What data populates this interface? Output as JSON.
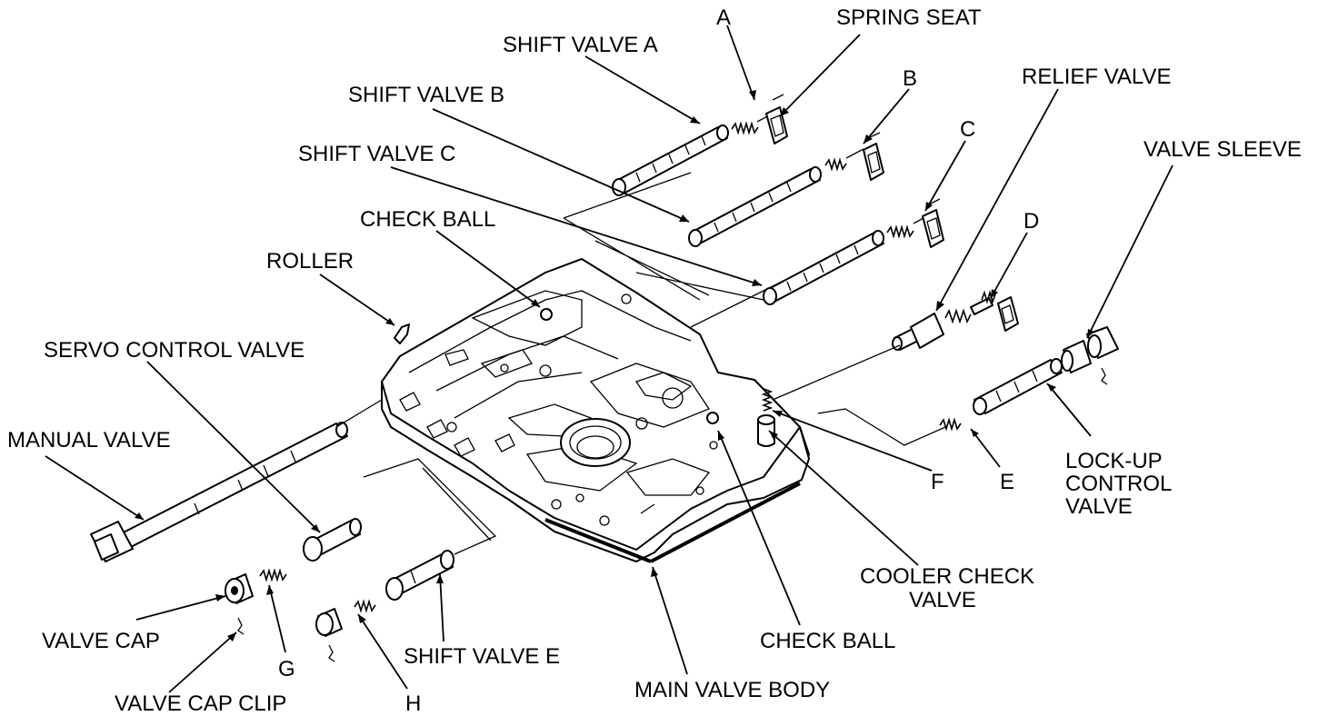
{
  "labels": {
    "spring_seat": "SPRING SEAT",
    "a": "A",
    "shift_valve_a": "SHIFT VALVE A",
    "b": "B",
    "relief_valve": "RELIEF VALVE",
    "shift_valve_b": "SHIFT VALVE B",
    "c": "C",
    "valve_sleeve": "VALVE SLEEVE",
    "shift_valve_c": "SHIFT VALVE C",
    "check_ball_top": "CHECK BALL",
    "d": "D",
    "roller": "ROLLER",
    "servo_control_valve": "SERVO CONTROL VALVE",
    "manual_valve": "MANUAL VALVE",
    "lockup_line1": "LOCK-UP",
    "lockup_line2": "CONTROL",
    "lockup_line3": "VALVE",
    "f": "F",
    "e": "E",
    "cooler_line1": "COOLER CHECK",
    "cooler_line2": "VALVE",
    "valve_cap": "VALVE CAP",
    "g": "G",
    "shift_valve_e": "SHIFT VALVE E",
    "check_ball_bottom": "CHECK BALL",
    "valve_cap_clip": "VALVE CAP CLIP",
    "h": "H",
    "main_valve_body": "MAIN VALVE BODY"
  },
  "colors": {
    "ink": "#000000",
    "paper": "#ffffff"
  }
}
